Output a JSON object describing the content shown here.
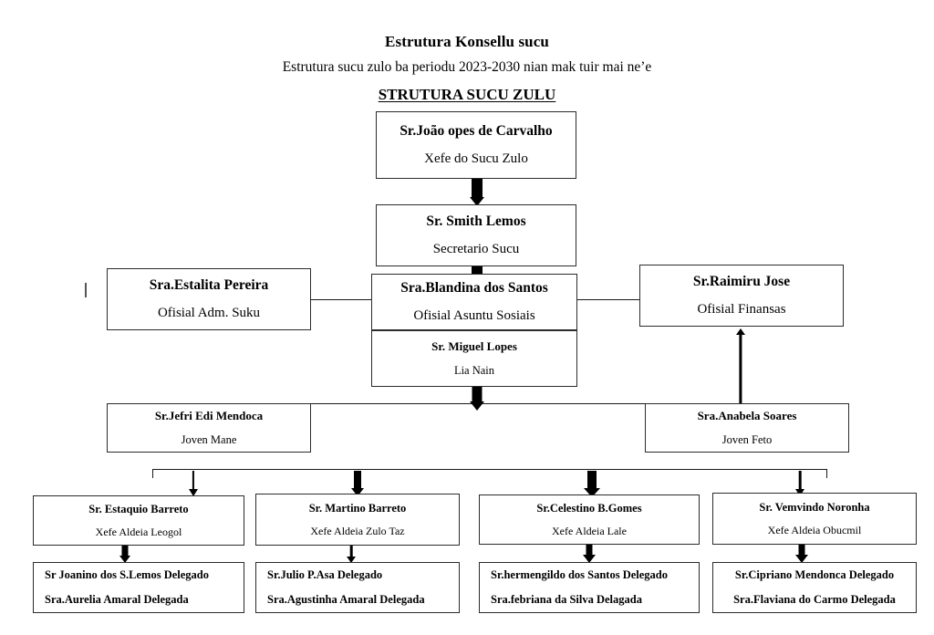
{
  "headings": {
    "title": "Estrutura Konsellu sucu",
    "subtitle": "Estrutura sucu zulo ba periodu 2023-2030 nian mak tuir mai ne’e",
    "structure_title": "STRUTURA SUCU ZULU"
  },
  "chart_data": {
    "type": "diagram",
    "diagram_kind": "organizational-chart",
    "nodes": [
      {
        "id": "chief",
        "name": "Sr.João opes de Carvalho",
        "role": "Xefe do Sucu Zulo"
      },
      {
        "id": "secretary",
        "name": "Sr. Smith Lemos",
        "role": "Secretario Sucu"
      },
      {
        "id": "admin",
        "name": "Sra.Estalita Pereira",
        "role": "Ofisial Adm. Suku"
      },
      {
        "id": "social",
        "name": "Sra.Blandina dos Santos",
        "role": "Ofisial Asuntu Sosiais"
      },
      {
        "id": "lianain",
        "name": "Sr. Miguel Lopes",
        "role": "Lia Nain"
      },
      {
        "id": "finance",
        "name": "Sr.Raimiru Jose",
        "role": "Ofisial Finansas"
      },
      {
        "id": "youth_m",
        "name": "Sr.Jefri Edi Mendoca",
        "role": "Joven Mane"
      },
      {
        "id": "youth_f",
        "name": "Sra.Anabela Soares",
        "role": "Joven Feto"
      },
      {
        "id": "aldeia1",
        "name": "Sr. Estaquio Barreto",
        "role": "Xefe Aldeia Leogol"
      },
      {
        "id": "aldeia2",
        "name": "Sr. Martino Barreto",
        "role": "Xefe Aldeia Zulo Taz"
      },
      {
        "id": "aldeia3",
        "name": "Sr.Celestino B.Gomes",
        "role": "Xefe Aldeia Lale"
      },
      {
        "id": "aldeia4",
        "name": "Sr. Vemvindo Noronha",
        "role": "Xefe Aldeia Obucmil"
      },
      {
        "id": "deleg1",
        "name": "Sr Joanino dos S.Lemos Delegado",
        "role": "Sra.Aurelia Amaral Delegada"
      },
      {
        "id": "deleg2",
        "name": "Sr.Julio P.Asa Delegado",
        "role": "Sra.Agustinha Amaral Delegada"
      },
      {
        "id": "deleg3",
        "name": "Sr.hermengildo dos Santos Delegado",
        "role": "Sra.febriana da Silva Delagada"
      },
      {
        "id": "deleg4",
        "name": "Sr.Cipriano Mendonca Delegado",
        "role": "Sra.Flaviana do Carmo Delegada"
      }
    ],
    "edges": [
      {
        "from": "chief",
        "to": "secretary",
        "style": "thick-arrow-down"
      },
      {
        "from": "secretary",
        "to": "social",
        "style": "thick-arrow-down"
      },
      {
        "from": "admin",
        "to": "social",
        "style": "plain-line"
      },
      {
        "from": "social",
        "to": "finance",
        "style": "plain-line"
      },
      {
        "from": "lianain",
        "to": "youth_row",
        "style": "thick-arrow-down"
      },
      {
        "from": "youth_f",
        "to": "finance",
        "style": "arrow-up"
      },
      {
        "from": "youth_row",
        "to": "aldeia1",
        "style": "thin-arrow-down"
      },
      {
        "from": "youth_row",
        "to": "aldeia2",
        "style": "thick-arrow-down"
      },
      {
        "from": "youth_row",
        "to": "aldeia3",
        "style": "thick-arrow-down"
      },
      {
        "from": "youth_row",
        "to": "aldeia4",
        "style": "thin-arrow-down"
      },
      {
        "from": "aldeia1",
        "to": "deleg1",
        "style": "thick-arrow-down"
      },
      {
        "from": "aldeia2",
        "to": "deleg2",
        "style": "thin-arrow-down"
      },
      {
        "from": "aldeia3",
        "to": "deleg3",
        "style": "thick-arrow-down"
      },
      {
        "from": "aldeia4",
        "to": "deleg4",
        "style": "thick-arrow-down"
      }
    ],
    "colors": {
      "border": "#2b2b2b",
      "line": "#1a1a1a",
      "text": "#000000",
      "background": "#ffffff"
    }
  }
}
